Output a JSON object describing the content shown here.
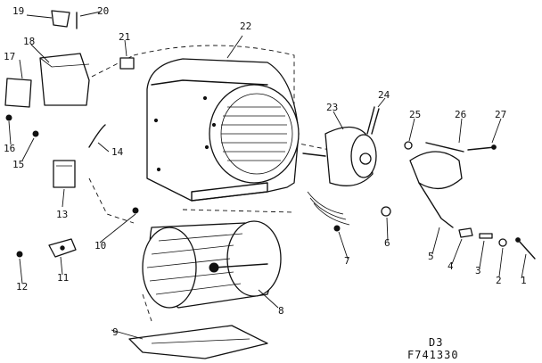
{
  "diagram": {
    "part_labels": [
      "1",
      "2",
      "3",
      "4",
      "5",
      "6",
      "7",
      "8",
      "9",
      "10",
      "11",
      "12",
      "13",
      "14",
      "15",
      "16",
      "17",
      "18",
      "19",
      "20",
      "21",
      "22",
      "23",
      "24",
      "25",
      "26",
      "27"
    ],
    "footer": {
      "section": "D3",
      "drawing_number": "F741330"
    }
  }
}
